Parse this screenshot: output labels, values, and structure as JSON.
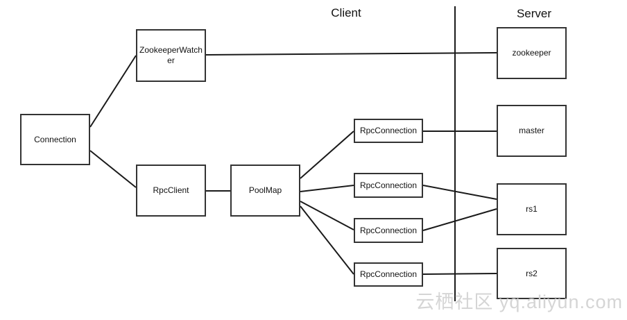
{
  "diagram": {
    "title_labels": {
      "client": "Client",
      "server": "Server"
    },
    "nodes": {
      "connection": "Connection",
      "zookeeper_watcher": "ZookeeperWatcher",
      "rpc_client": "RpcClient",
      "pool_map": "PoolMap",
      "rpc_connection_1": "RpcConnection",
      "rpc_connection_2": "RpcConnection",
      "rpc_connection_3": "RpcConnection",
      "rpc_connection_4": "RpcConnection",
      "zookeeper": "zookeeper",
      "master": "master",
      "rs1": "rs1",
      "rs2": "rs2"
    },
    "edges": [
      {
        "from": "connection",
        "to": "zookeeper_watcher"
      },
      {
        "from": "connection",
        "to": "rpc_client"
      },
      {
        "from": "zookeeper_watcher",
        "to": "zookeeper"
      },
      {
        "from": "rpc_client",
        "to": "pool_map"
      },
      {
        "from": "pool_map",
        "to": "rpc_connection_1"
      },
      {
        "from": "pool_map",
        "to": "rpc_connection_2"
      },
      {
        "from": "pool_map",
        "to": "rpc_connection_3"
      },
      {
        "from": "pool_map",
        "to": "rpc_connection_4"
      },
      {
        "from": "rpc_connection_1",
        "to": "master"
      },
      {
        "from": "rpc_connection_2",
        "to": "rs1"
      },
      {
        "from": "rpc_connection_3",
        "to": "rs1"
      },
      {
        "from": "rpc_connection_4",
        "to": "rs2"
      }
    ],
    "watermark": "云栖社区 yq.aliyun.com",
    "colors": {
      "background": "#ffffff",
      "line": "#1a1a1a",
      "box_border": "#333333",
      "text": "#111111",
      "watermark": "#d5d5d5"
    }
  }
}
